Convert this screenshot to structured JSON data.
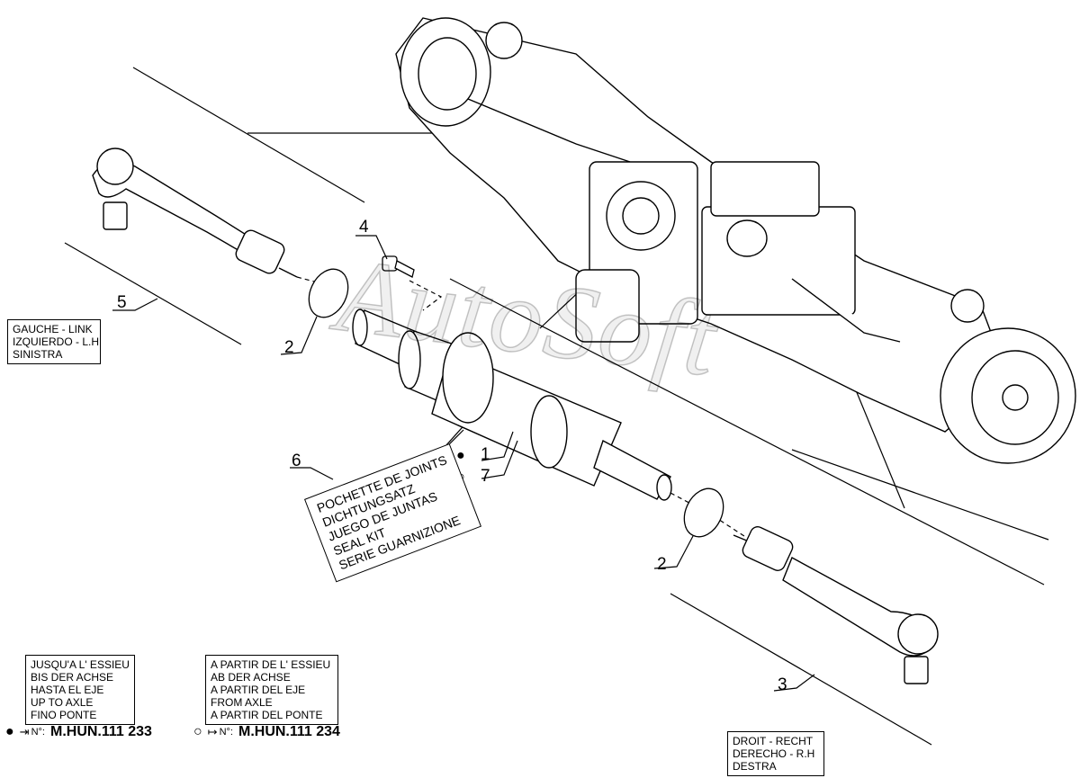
{
  "watermark": "AutoSoft",
  "callouts": {
    "c1": "1",
    "c2a": "2",
    "c2b": "2",
    "c3": "3",
    "c4": "4",
    "c5": "5",
    "c6": "6",
    "c7": "7"
  },
  "side_left": [
    "GAUCHE - LINK",
    "IZQUIERDO - L.H",
    "SINISTRA"
  ],
  "side_right": [
    "DROIT - RECHT",
    "DERECHO - R.H",
    "DESTRA"
  ],
  "seal_kit": [
    "POCHETTE DE JOINTS",
    "DICHTUNGSATZ",
    "JUEGO DE JUNTAS",
    "SEAL KIT",
    "SERIE GUARNIZIONE"
  ],
  "up_to_axle": [
    "JUSQU'A L' ESSIEU",
    "BIS DER ACHSE",
    "HASTA EL EJE",
    "UP TO AXLE",
    "FINO PONTE"
  ],
  "from_axle": [
    "A PARTIR DE L' ESSIEU",
    "AB DER ACHSE",
    "A PARTIR DEL EJE",
    "FROM AXLE",
    "A PARTIR DEL PONTE"
  ],
  "serials": {
    "up_to": {
      "symbol": "●",
      "arrow": "⇥",
      "label": "N°:",
      "number": "M.HUN.111 233"
    },
    "from": {
      "symbol": "○",
      "arrow": "↦",
      "label": "N°:",
      "number": "M.HUN.111 234"
    }
  },
  "legend_markers": {
    "filled": "●",
    "open": "○"
  }
}
